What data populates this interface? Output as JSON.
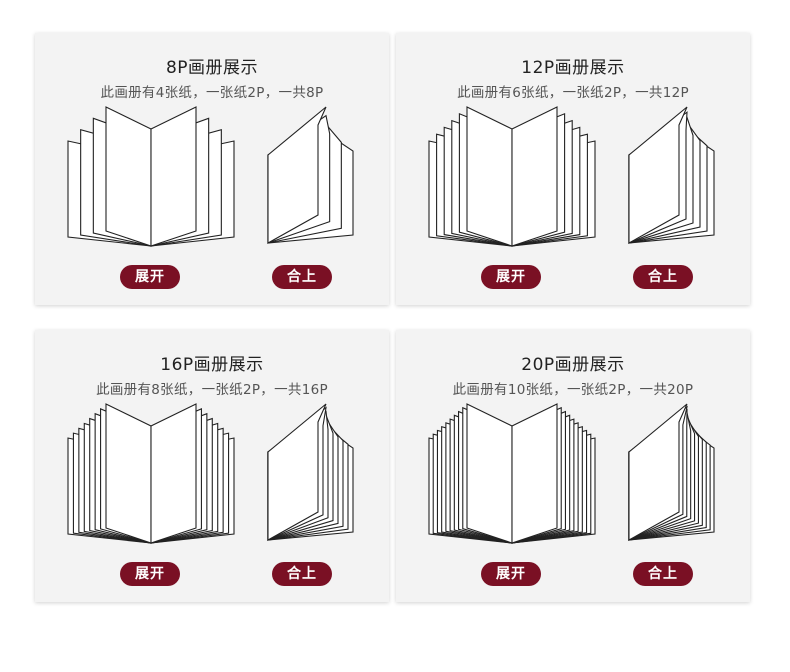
{
  "cards": [
    {
      "title": "8P画册展示",
      "desc": "此画册有4张纸，一张纸2P，一共8P",
      "sheets": 4,
      "open_label": "展开",
      "close_label": "合上"
    },
    {
      "title": "12P画册展示",
      "desc": "此画册有6张纸，一张纸2P，一共12P",
      "sheets": 6,
      "open_label": "展开",
      "close_label": "合上"
    },
    {
      "title": "16P画册展示",
      "desc": "此画册有8张纸，一张纸2P，一共16P",
      "sheets": 8,
      "open_label": "展开",
      "close_label": "合上"
    },
    {
      "title": "20P画册展示",
      "desc": "此画册有10张纸，一张纸2P，一共20P",
      "sheets": 10,
      "open_label": "展开",
      "close_label": "合上"
    }
  ],
  "colors": {
    "button": "#7a1024",
    "card": "#f3f3f3",
    "line": "#222222"
  }
}
